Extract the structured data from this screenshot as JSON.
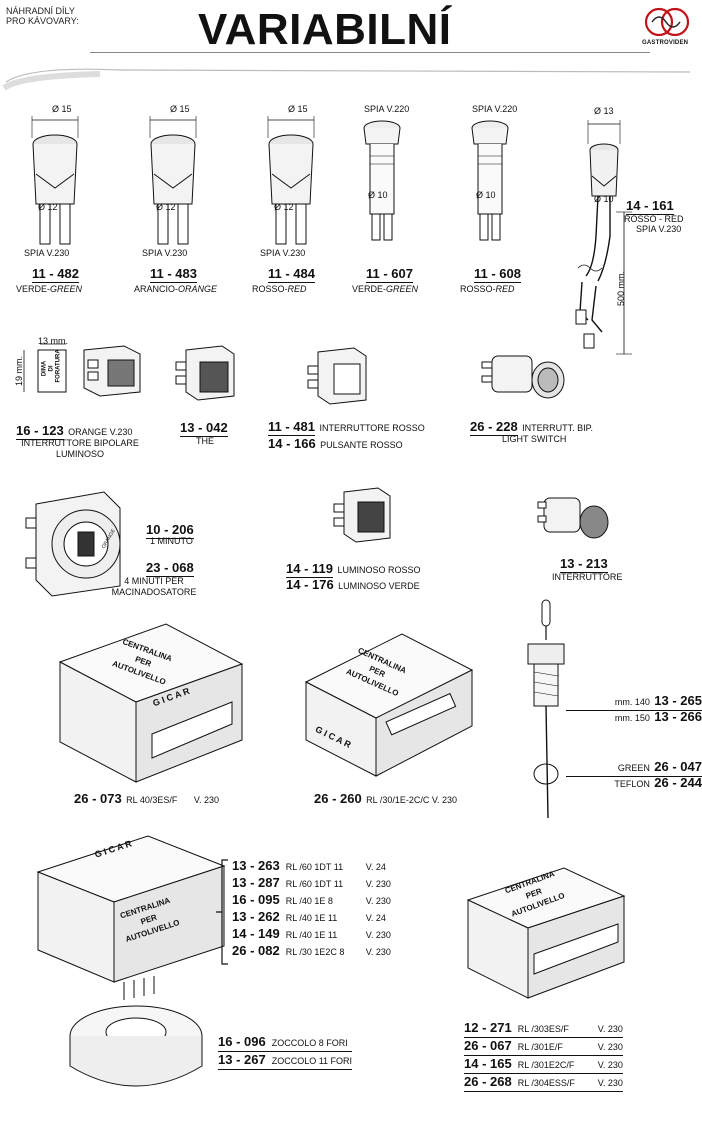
{
  "header": {
    "subtitle_line1": "NÁHRADNÍ DÍLY",
    "subtitle_line2": "PRO KÁVOVARY:",
    "title": "VARIABILNÍ",
    "logo_text": "GASTROVIDEN"
  },
  "lamps": [
    {
      "dim_top": "Ø 15",
      "dim_mid": "Ø 12",
      "spec": "SPIA  V.230",
      "code": "11 - 482",
      "name": "VERDE",
      "name_en": "GREEN"
    },
    {
      "dim_top": "Ø 15",
      "dim_mid": "Ø 12",
      "spec": "SPIA  V.230",
      "code": "11 - 483",
      "name": "ARANCIO",
      "name_en": "ORANGE"
    },
    {
      "dim_top": "Ø 15",
      "dim_mid": "Ø 12",
      "spec": "SPIA  V.230",
      "code": "11 - 484",
      "name": "ROSSO",
      "name_en": "RED"
    },
    {
      "dim_top": "SPIA  V.220",
      "dim_mid": "Ø 10",
      "spec": "",
      "code": "11 - 607",
      "name": "VERDE",
      "name_en": "GREEN"
    },
    {
      "dim_top": "SPIA  V.220",
      "dim_mid": "Ø 10",
      "spec": "",
      "code": "11 - 608",
      "name": "ROSSO",
      "name_en": "RED"
    }
  ],
  "lamp6": {
    "dim_top": "Ø 13",
    "dim_mid": "Ø 10",
    "code": "14 - 161",
    "name": "ROSSO",
    "name_en": "RED",
    "spec": "SPIA V.230",
    "length": "500 mm."
  },
  "switch1": {
    "dim_w": "13 mm.",
    "dim_h": "19 mm.",
    "template": [
      "DIMA",
      "DI",
      "FORATURA"
    ],
    "code": "16 - 123",
    "code_spec": "ORANGE V.230",
    "desc1": "INTERRUTTORE BIPOLARE",
    "desc2": "LUMINOSO"
  },
  "switch2": {
    "code": "13 - 042",
    "desc": "THE"
  },
  "switch3": {
    "code1": "11 - 481",
    "desc1": "INTERRUTTORE ROSSO",
    "code2": "14 - 166",
    "desc2": "PULSANTE ROSSO"
  },
  "switch4": {
    "code": "26 - 228",
    "desc1": "INTERRUTT. BIP.",
    "desc2": "LIGHT SWITCH"
  },
  "timer": {
    "code1": "10 - 206",
    "desc1": "1 MINUTO",
    "code2": "23 - 068",
    "desc2a": "4 MINUTI PER",
    "desc2b": "MACINADOSATORE",
    "dial": "ORANGE"
  },
  "rocker": {
    "code1": "14 - 119",
    "desc1": "LUMINOSO ROSSO",
    "code2": "14 - 176",
    "desc2": "LUMINOSO VERDE"
  },
  "button": {
    "code": "13 - 213",
    "desc": "INTERRUTTORE"
  },
  "box_label": [
    "CENTRALINA",
    "PER",
    "AUTOLIVELLO"
  ],
  "brand": "G I C A R",
  "box1": {
    "code": "26 - 073",
    "model": "RL 40/3ES/F",
    "volt": "V. 230"
  },
  "box2": {
    "code": "26 - 260",
    "model": "RL /30/1E-2C/C V. 230"
  },
  "probe": {
    "rows": [
      {
        "pre": "mm. 140",
        "code": "13 - 265"
      },
      {
        "pre": "mm. 150",
        "code": "13 - 266"
      },
      {
        "pre": "GREEN",
        "code": "26 - 047"
      },
      {
        "pre": "TEFLON",
        "code": "26 - 244"
      }
    ]
  },
  "box3": {
    "rows": [
      {
        "code": "13 - 263",
        "model": "RL /60 1DT 11",
        "volt": "V.  24"
      },
      {
        "code": "13 - 287",
        "model": "RL /60 1DT 11",
        "volt": "V. 230"
      },
      {
        "code": "16 - 095",
        "model": "RL /40 1E 8",
        "volt": "V. 230"
      },
      {
        "code": "13 - 262",
        "model": "RL /40 1E 11",
        "volt": "V.  24"
      },
      {
        "code": "14 - 149",
        "model": "RL /40 1E 11",
        "volt": "V. 230"
      },
      {
        "code": "26 - 082",
        "model": "RL /30 1E2C 8",
        "volt": "V. 230"
      }
    ]
  },
  "socket": {
    "rows": [
      {
        "code": "16 - 096",
        "desc": "ZOCCOLO  8 FORI"
      },
      {
        "code": "13 - 267",
        "desc": "ZOCCOLO 11 FORI"
      }
    ]
  },
  "box4": {
    "rows": [
      {
        "code": "12 - 271",
        "model": "RL /303ES/F",
        "volt": "V. 230"
      },
      {
        "code": "26 - 067",
        "model": "RL /301E/F",
        "volt": "V. 230"
      },
      {
        "code": "14 - 165",
        "model": "RL /301E2C/F",
        "volt": "V. 230"
      },
      {
        "code": "26 - 268",
        "model": "RL /304ESS/F",
        "volt": "V. 230"
      }
    ]
  }
}
